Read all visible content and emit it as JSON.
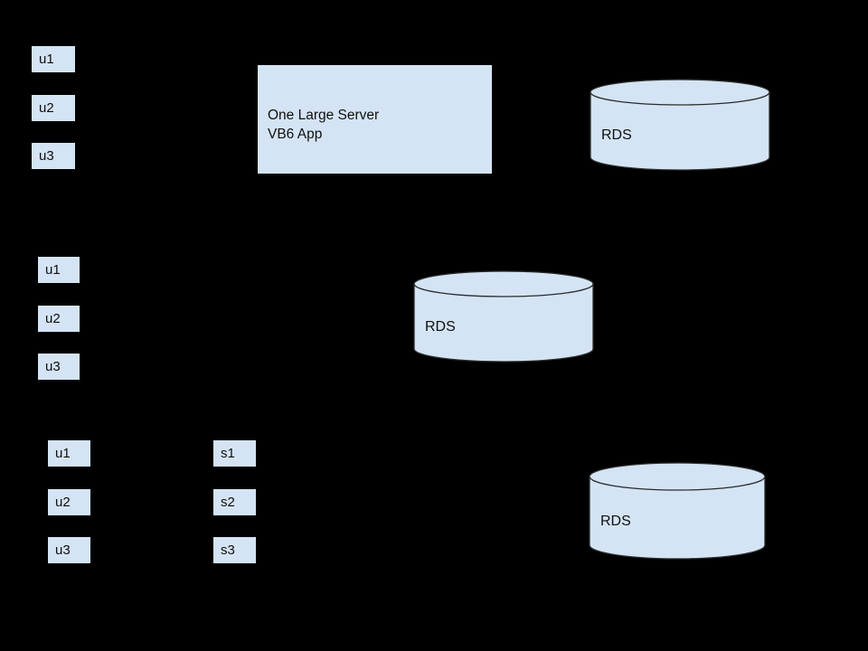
{
  "diagram": {
    "background_color": "#000000",
    "shape_fill": "#d4e4f4",
    "shape_stroke": "#2b2b2b",
    "text_color": "#0f0f0f",
    "rows": [
      {
        "name": "monolith-row",
        "users": [
          {
            "label": "u1"
          },
          {
            "label": "u2"
          },
          {
            "label": "u3"
          }
        ],
        "server": {
          "label": "One Large Server\nVB6 App"
        },
        "database": {
          "label": "RDS"
        }
      },
      {
        "name": "direct-db-row",
        "users": [
          {
            "label": "u1"
          },
          {
            "label": "u2"
          },
          {
            "label": "u3"
          }
        ],
        "database": {
          "label": "RDS"
        }
      },
      {
        "name": "services-row",
        "users": [
          {
            "label": "u1"
          },
          {
            "label": "u2"
          },
          {
            "label": "u3"
          }
        ],
        "services": [
          {
            "label": "s1"
          },
          {
            "label": "s2"
          },
          {
            "label": "s3"
          }
        ],
        "database": {
          "label": "RDS"
        }
      }
    ]
  }
}
